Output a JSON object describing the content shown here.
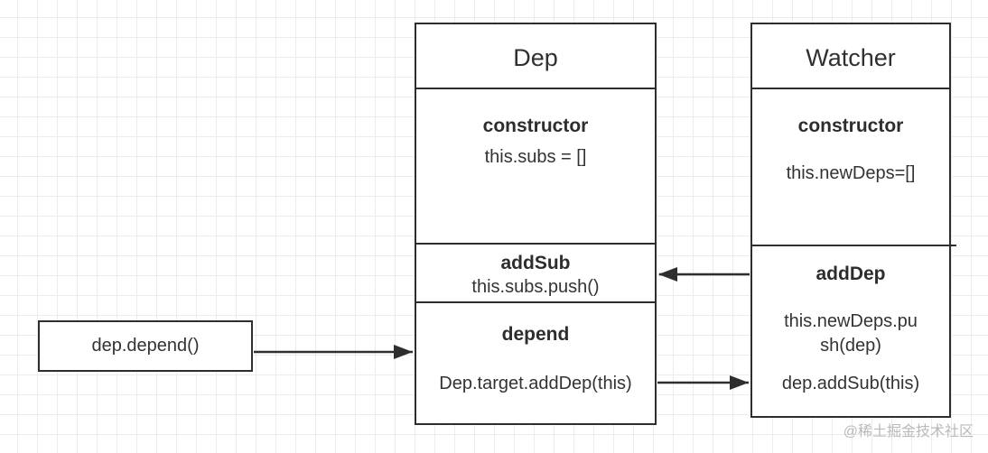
{
  "dep": {
    "title": "Dep",
    "constructor_label": "constructor",
    "constructor_code": "this.subs = []",
    "addsub_label": "addSub",
    "addsub_code": "this.subs.push()",
    "depend_label": "depend",
    "depend_code": "Dep.target.addDep(this)"
  },
  "watcher": {
    "title": "Watcher",
    "constructor_label": "constructor",
    "constructor_code": "this.newDeps=[]",
    "adddep_label": "addDep",
    "adddep_code_line1": "this.newDeps.pu",
    "adddep_code_line2": "sh(dep)",
    "adddep_code_line3": "dep.addSub(this)"
  },
  "caller": {
    "label": "dep.depend()"
  },
  "watermark": {
    "text": "@稀土掘金技术社区"
  }
}
